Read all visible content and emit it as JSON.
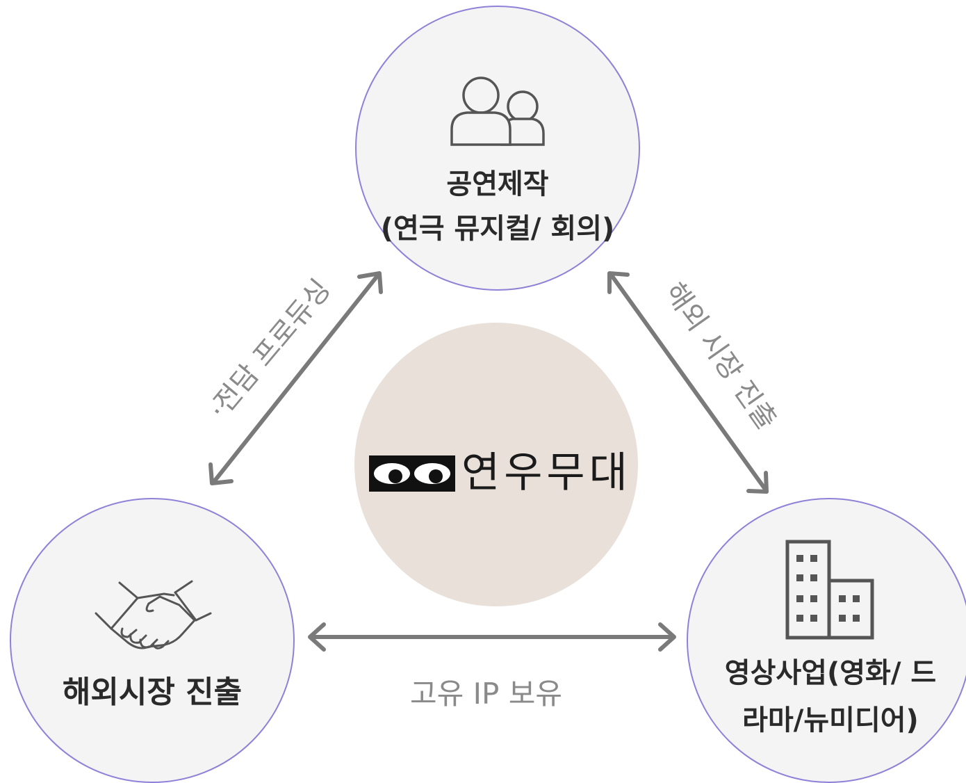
{
  "nodes": {
    "top": {
      "title": "공연제작",
      "subtitle": "(연극 뮤지컬/ 회의)",
      "icon": "people-icon"
    },
    "left": {
      "title": "해외시장 진출",
      "icon": "handshake-icon"
    },
    "right": {
      "line1": "영상사업(영화/ 드",
      "line2": "라마/뉴미디어)",
      "icon": "building-icon"
    }
  },
  "center": {
    "logo_text": "연우무대"
  },
  "edges": {
    "left": "·전담 프로듀싱",
    "right": "해외 시장 진출",
    "bottom": "고유 IP 보유"
  },
  "colors": {
    "circle_border": "#8f80d8",
    "circle_fill": "#f4f4f4",
    "center_fill": "#e9e1d9",
    "arrow": "#7a7a7a",
    "icon": "#555555"
  }
}
